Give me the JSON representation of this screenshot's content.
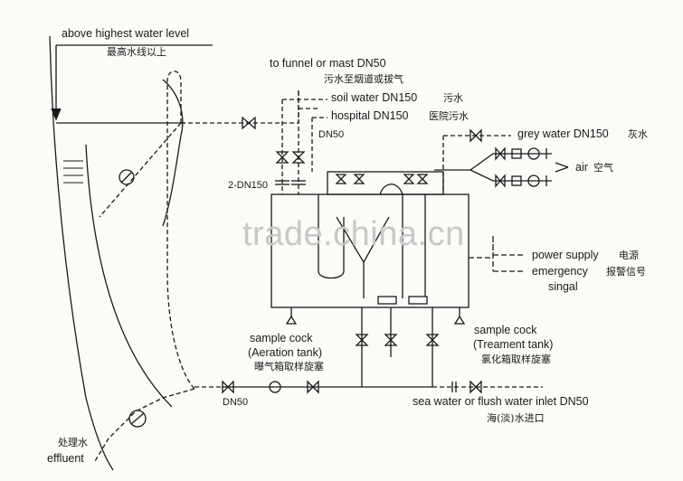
{
  "labels": {
    "above_highest_water_level": "above highest water level",
    "above_highest_water_level_cn": "最高水线以上",
    "to_funnel_or_mast": "to funnel or mast DN50",
    "to_funnel_or_mast_cn": "污水至烟道或拔气",
    "soil_water": "soil water DN150",
    "soil_water_cn": "污水",
    "hospital": "hospital DN150",
    "hospital_cn": "医院污水",
    "dn50_top": "DN50",
    "grey_water": "grey water DN150",
    "grey_water_cn": "灰水",
    "air": "air",
    "air_cn": "空气",
    "two_dn150": "2-DN150",
    "power_supply": "power supply",
    "power_supply_cn": "电源",
    "emergency": "emergency",
    "emergency_cn": "报警信号",
    "singal": "singal",
    "sample_cock_aeration": "sample cock",
    "aeration_tank": "(Aeration tank)",
    "aeration_tank_cn": "曝气箱取样旋塞",
    "sample_cock_treatment": "sample cock",
    "treatment_tank": "(Treament tank)",
    "treatment_tank_cn": "氯化箱取样旋塞",
    "dn50_bottom": "DN50",
    "sea_water_inlet": "sea water or flush water inlet DN50",
    "sea_water_inlet_cn": "海(淡)水进口",
    "effluent_cn": "处理水",
    "effluent": "effluent"
  },
  "watermark": "trade.china.cn",
  "colors": {
    "line": "#1a1a1a",
    "background": "#fbfbf8",
    "watermark": "#c8c8c8"
  }
}
